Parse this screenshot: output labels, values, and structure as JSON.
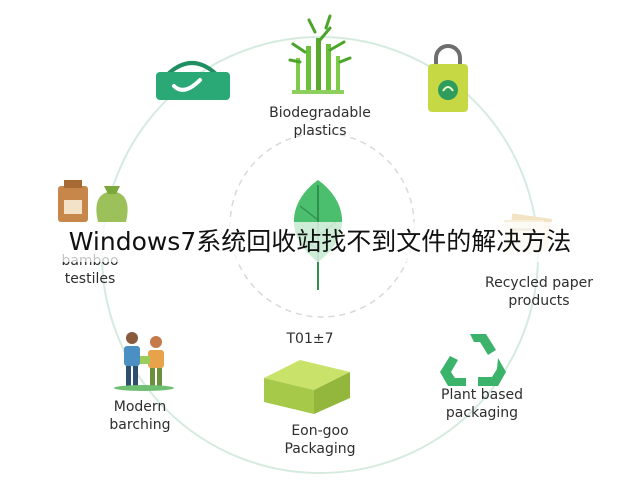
{
  "banner": {
    "text": "Windows7系统回收站找不到文件的解决方法"
  },
  "center": {
    "code": "T01±7"
  },
  "nodes": [
    {
      "id": "biodegradable",
      "line1": "Biodegradable",
      "line2": "plastics",
      "icon": "bamboo-icon"
    },
    {
      "id": "recycled-paper",
      "line1": "Recycled paper",
      "line2": "products",
      "icon": "paper-sheets-icon"
    },
    {
      "id": "plant-based",
      "line1": "Plant based",
      "line2": "packaging",
      "icon": "recycle-icon"
    },
    {
      "id": "eon-goo",
      "line1": "Eon-goo",
      "line2": "Packaging",
      "icon": "green-box-icon"
    },
    {
      "id": "modern-barching",
      "line1": "Modern",
      "line2": "barching",
      "icon": "people-icon"
    },
    {
      "id": "bamboo-testiles",
      "line1": "bamboo",
      "line2": "testiles",
      "icon": "jars-icon"
    }
  ],
  "icons": {
    "top_left": "shopping-bag-icon",
    "top_right": "eco-padlock-bag-icon",
    "center": "leaf-icon"
  },
  "colors": {
    "ring": "#cfe6d9",
    "green": "#3cb371",
    "dark_green": "#2e8b57",
    "bag": "#2aa876",
    "tan": "#c8874a"
  }
}
